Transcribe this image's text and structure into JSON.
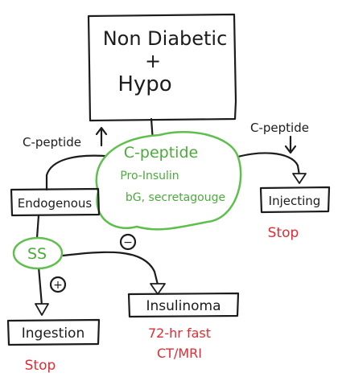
{
  "nodes": {
    "start": {
      "line1": "Non Diabetic",
      "line2": "+",
      "line3": "Hypo"
    },
    "center": {
      "title": "C-peptide",
      "line1": "Pro-Insulin",
      "line2": "bG, secretagouge"
    },
    "endogenous": {
      "label": "Endogenous"
    },
    "injecting": {
      "label": "Injecting",
      "note": "Stop"
    },
    "ss": {
      "label": "SS"
    },
    "insulinoma": {
      "label": "Insulinoma",
      "note_line1": "72-hr fast",
      "note_line2": "CT/MRI"
    },
    "ingestion": {
      "label": "Ingestion",
      "note": "Stop"
    }
  },
  "edges": {
    "left_label": "C-peptide",
    "right_label": "C-peptide",
    "negative_sign": "−",
    "positive_sign": "+"
  },
  "colors": {
    "ink": "#1c1c1c",
    "cloud": "#5fbf4d",
    "cloud_text": "#4caa3c",
    "note": "#e02b33"
  }
}
